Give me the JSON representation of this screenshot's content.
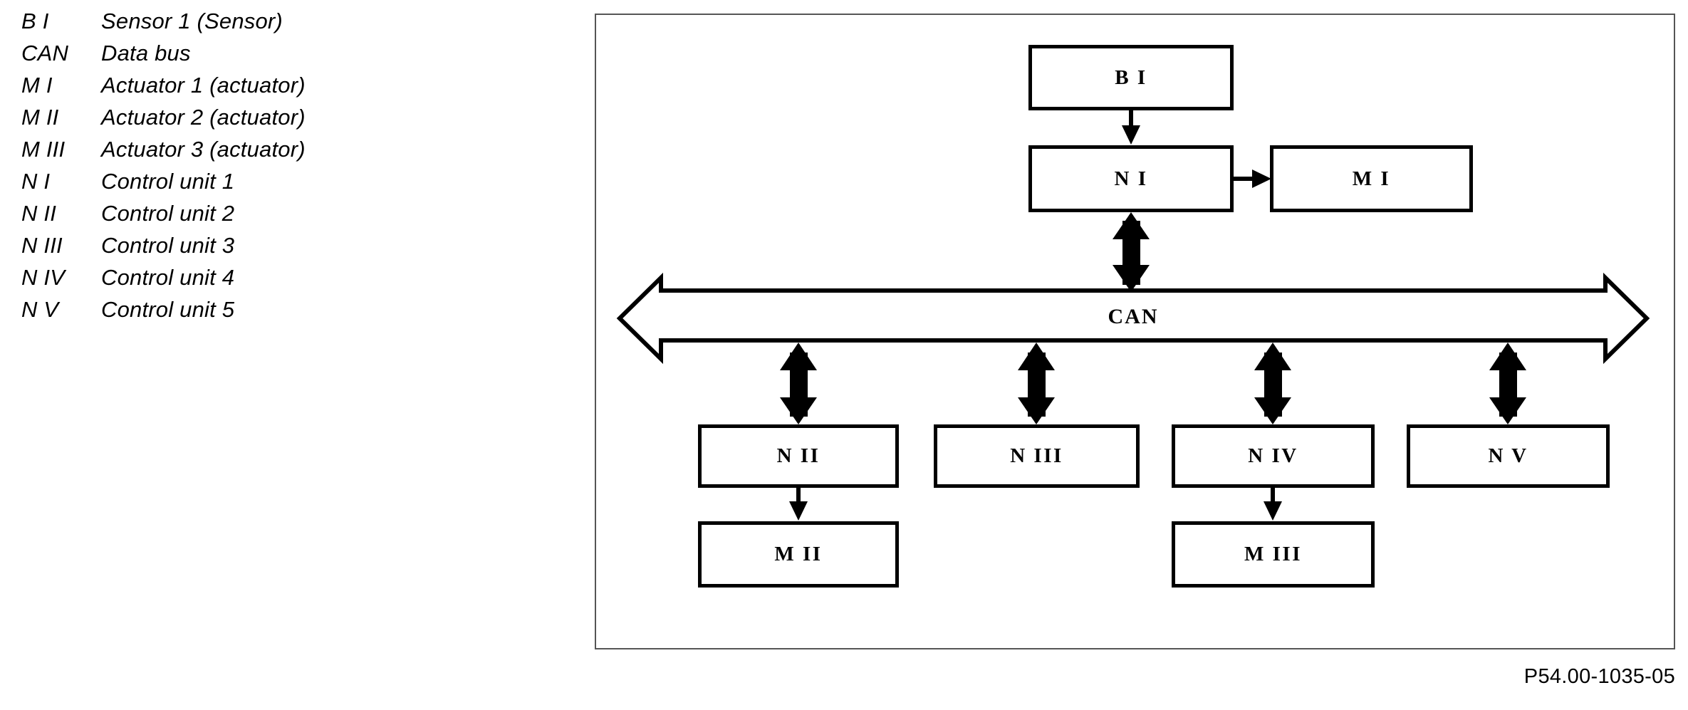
{
  "legend": {
    "items": [
      {
        "key": "B I",
        "desc": "Sensor 1 (Sensor)"
      },
      {
        "key": "CAN",
        "desc": "Data bus"
      },
      {
        "key": "M I",
        "desc": "Actuator 1 (actuator)"
      },
      {
        "key": "M II",
        "desc": "Actuator 2 (actuator)"
      },
      {
        "key": "M III",
        "desc": "Actuator 3 (actuator)"
      },
      {
        "key": "N I",
        "desc": "Control unit 1"
      },
      {
        "key": "N II",
        "desc": "Control unit 2"
      },
      {
        "key": "N III",
        "desc": "Control unit 3"
      },
      {
        "key": "N IV",
        "desc": "Control unit 4"
      },
      {
        "key": "N V",
        "desc": "Control unit 5"
      }
    ]
  },
  "diagram": {
    "bus_label": "CAN",
    "nodes": {
      "sensor_1": "B I",
      "control_unit_1": "N I",
      "actuator_1": "M I",
      "control_unit_2": "N II",
      "control_unit_3": "N III",
      "control_unit_4": "N IV",
      "control_unit_5": "N V",
      "actuator_2": "M II",
      "actuator_3": "M III"
    }
  },
  "part_number": "P54.00-1035-05",
  "colors": {
    "stroke": "#000000",
    "frame": "#555555",
    "background": "#ffffff"
  }
}
